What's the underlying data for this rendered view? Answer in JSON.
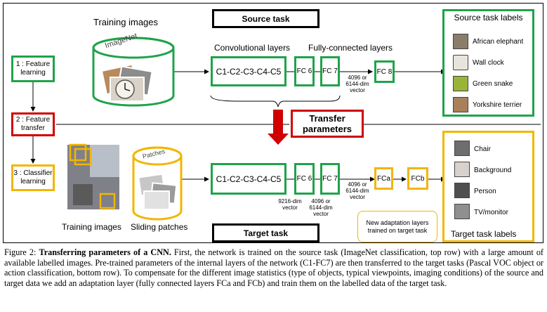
{
  "top": {
    "training_images": "Training images",
    "imagenet_label": "ImageNet",
    "source_task": "Source task",
    "conv_layers_label": "Convolutional layers",
    "fc_layers_label": "Fully-connected layers",
    "conv_block": "C1-C2-C3-C4-C5",
    "fc6": "FC 6",
    "fc7": "FC 7",
    "fc8": "FC 8",
    "dim_note": "4096 or 6144-dim vector",
    "labels_title": "Source task labels",
    "labels": [
      "African elephant",
      "Wall clock",
      "Green snake",
      "Yorkshire terrier"
    ]
  },
  "steps": {
    "step1": "1 : Feature learning",
    "step2": "2 : Feature transfer",
    "step3": "3 : Classifier learning"
  },
  "transfer": "Transfer parameters",
  "bottom": {
    "training_images": "Training images",
    "sliding_patches": "Sliding patches",
    "patches_label": "Patches",
    "target_task": "Target task",
    "conv_block": "C1-C2-C3-C4-C5",
    "fc6": "FC 6",
    "fc7": "FC 7",
    "fca": "FCa",
    "fcb": "FCb",
    "dim_9216": "9216-dim vector",
    "dim_fc6": "4096 or 6144-dim vector",
    "dim_fc7": "4096 or 6144-dim vector",
    "adaptation_note": "New adaptation layers trained on target task",
    "labels_title": "Target task labels",
    "labels": [
      "Chair",
      "Background",
      "Person",
      "TV/monitor"
    ]
  },
  "caption": {
    "prefix": "Figure 2: ",
    "bold": "Transferring parameters of a CNN.",
    "text": " First, the network is trained on the source task (ImageNet classification, top row) with a large amount of available labelled images. Pre-trained parameters of the internal layers of the network (C1-FC7) are then transferred to the target tasks (Pascal VOC object or action classification, bottom row). To compensate for the different image statistics (type of objects, typical viewpoints, imaging conditions) of the source and target data we add an adaptation layer (fully connected layers FCa and FCb) and train them on the labelled data of the target task."
  },
  "colors": {
    "green": "#1fa34a",
    "yellow": "#f2b600",
    "red": "#d00000"
  }
}
